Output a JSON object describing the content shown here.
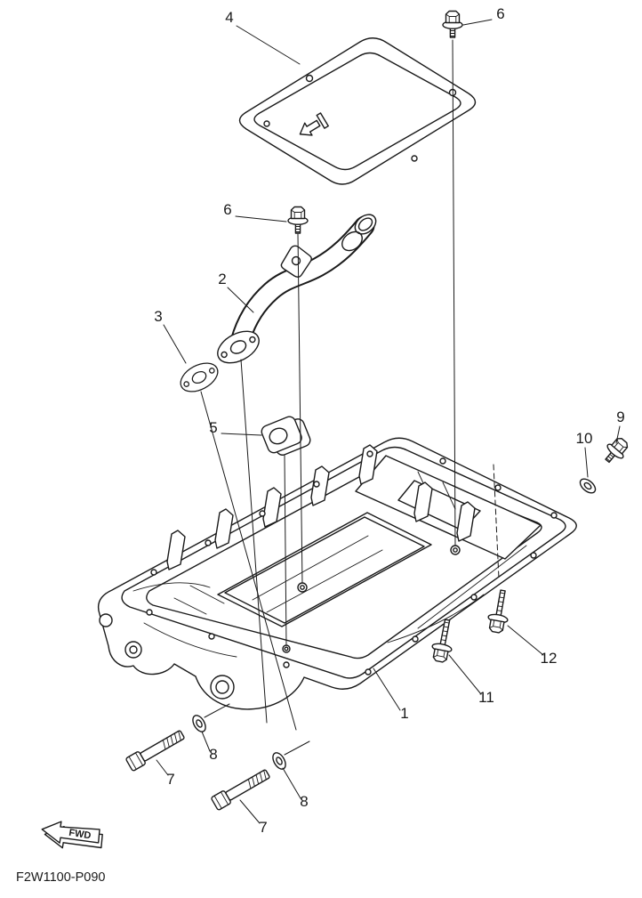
{
  "diagram": {
    "code": "F2W1100-P090",
    "fwd_label": "FWD",
    "colors": {
      "ink": "#1a1a1a",
      "paper": "#ffffff"
    },
    "callouts": [
      {
        "part": "cover-plate",
        "label": "4"
      },
      {
        "part": "flange-bolt-top",
        "label": "6"
      },
      {
        "part": "flange-bolt-mid",
        "label": "6"
      },
      {
        "part": "oil-pipe",
        "label": "2"
      },
      {
        "part": "pipe-gasket",
        "label": "3"
      },
      {
        "part": "spacer-block",
        "label": "5"
      },
      {
        "part": "bolt-right-end",
        "label": "9"
      },
      {
        "part": "washer-right-end",
        "label": "10"
      },
      {
        "part": "oil-pan",
        "label": "1"
      },
      {
        "part": "flange-bolt-bottom-left",
        "label": "11"
      },
      {
        "part": "flange-bolt-bottom-right",
        "label": "12"
      },
      {
        "part": "socket-bolt-left",
        "label": "7"
      },
      {
        "part": "washer-left",
        "label": "8"
      },
      {
        "part": "socket-bolt-right",
        "label": "7"
      },
      {
        "part": "washer-right",
        "label": "8"
      }
    ]
  }
}
